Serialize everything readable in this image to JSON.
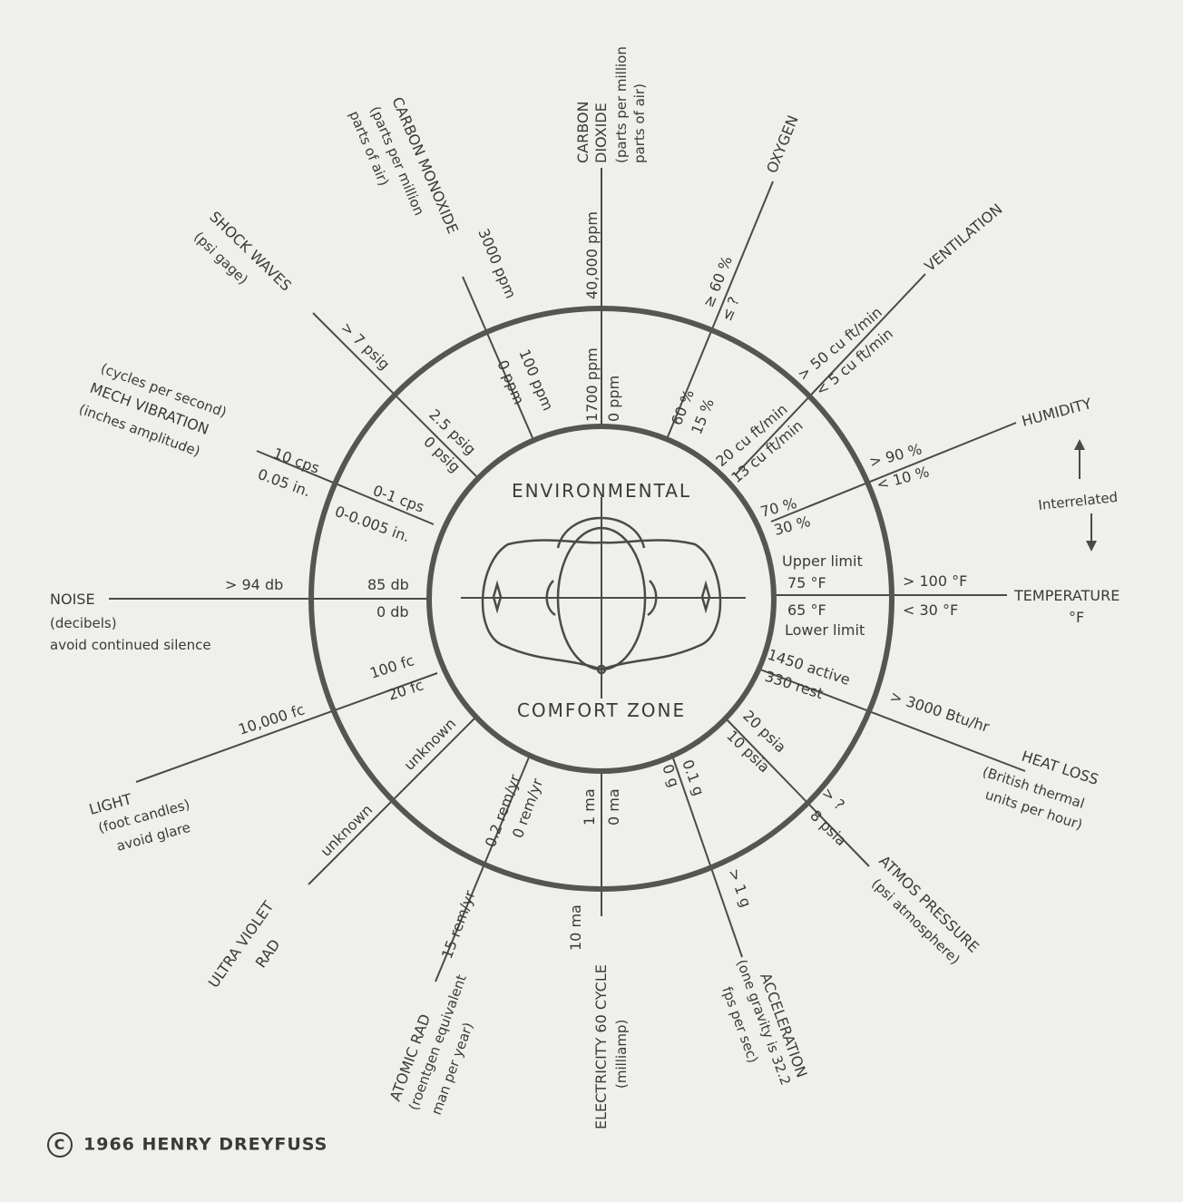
{
  "center": {
    "title_top": "ENVIRONMENTAL",
    "title_bottom": "COMFORT ZONE"
  },
  "copyright": {
    "symbol": "C",
    "text": "1966 HENRY DREYFUSS"
  },
  "interrelated": "Interrelated",
  "spokes": [
    {
      "id": "carbon-dioxide",
      "label": [
        "CARBON",
        "DIOXIDE",
        "(parts per million",
        "parts of air)"
      ],
      "outer": [
        "40,000 ppm"
      ],
      "inner": [
        "1700 ppm",
        "0 ppm"
      ]
    },
    {
      "id": "oxygen",
      "label": [
        "OXYGEN"
      ],
      "outer": [
        "≥ 60 %",
        "≤ ?"
      ],
      "inner": [
        "60 %",
        "15 %"
      ]
    },
    {
      "id": "ventilation",
      "label": [
        "VENTILATION"
      ],
      "outer": [
        "> 50 cu ft/min",
        "< 5 cu ft/min"
      ],
      "inner": [
        "20 cu ft/min",
        "13 cu ft/min"
      ]
    },
    {
      "id": "humidity",
      "label": [
        "HUMIDITY"
      ],
      "outer": [
        "> 90 %",
        "< 10 %"
      ],
      "inner": [
        "70 %",
        "30 %"
      ]
    },
    {
      "id": "temperature",
      "label": [
        "TEMPERATURE",
        "°F"
      ],
      "outer": [
        "> 100 °F",
        "< 30 °F"
      ],
      "inner": [
        "Upper limit",
        "75 °F",
        "65 °F",
        "Lower limit"
      ]
    },
    {
      "id": "heat-loss",
      "label": [
        "HEAT LOSS",
        "(British thermal",
        "units per hour)"
      ],
      "outer": [
        "> 3000 Btu/hr"
      ],
      "inner": [
        "1450 active",
        "330 rest"
      ]
    },
    {
      "id": "atmos-pressure",
      "label": [
        "ATMOS PRESSURE",
        "(psi atmosphere)"
      ],
      "outer": [
        "> ?",
        "8 psia"
      ],
      "inner": [
        "20 psia",
        "10 psia"
      ]
    },
    {
      "id": "acceleration",
      "label": [
        "ACCELERATION",
        "(one gravity is 32.2",
        "fps per sec)"
      ],
      "outer": [
        "> 1 g"
      ],
      "inner": [
        "0.1 g",
        "0 g"
      ]
    },
    {
      "id": "electricity",
      "label": [
        "ELECTRICITY 60 CYCLE",
        "(milliamp)"
      ],
      "outer": [
        "10 ma"
      ],
      "inner": [
        "1 ma",
        "0 ma"
      ]
    },
    {
      "id": "atomic-rad",
      "label": [
        "ATOMIC RAD",
        "(roentgen equivalent",
        "man per year)"
      ],
      "outer": [
        "15 rem/yr"
      ],
      "inner": [
        "0.2 rem/yr",
        "0 rem/yr"
      ]
    },
    {
      "id": "ultra-violet",
      "label": [
        "ULTRA VIOLET",
        "RAD"
      ],
      "outer": [
        "unknown"
      ],
      "inner": [
        "unknown"
      ]
    },
    {
      "id": "light",
      "label": [
        "LIGHT",
        "(foot candles)",
        "avoid glare"
      ],
      "outer": [
        "10,000 fc"
      ],
      "inner": [
        "100 fc",
        "20 fc"
      ]
    },
    {
      "id": "noise",
      "label": [
        "NOISE",
        "(decibels)",
        "avoid continued silence"
      ],
      "outer": [
        "> 94 db"
      ],
      "inner": [
        "85 db",
        "0 db"
      ]
    },
    {
      "id": "mech-vibration",
      "label": [
        "(cycles per second)",
        "MECH VIBRATION",
        "(inches amplitude)"
      ],
      "outer": [
        "10 cps",
        "0.05 in."
      ],
      "inner": [
        "0-1 cps",
        "0-0.005 in."
      ]
    },
    {
      "id": "shock-waves",
      "label": [
        "SHOCK WAVES",
        "(psi gage)"
      ],
      "outer": [
        "> 7 psig"
      ],
      "inner": [
        "2.5 psig",
        "0 psig"
      ]
    },
    {
      "id": "carbon-monoxide",
      "label": [
        "CARBON MONOXIDE",
        "(parts per million",
        "parts of air)"
      ],
      "outer": [
        "3000 ppm"
      ],
      "inner": [
        "100 ppm",
        "0 ppm"
      ]
    }
  ]
}
